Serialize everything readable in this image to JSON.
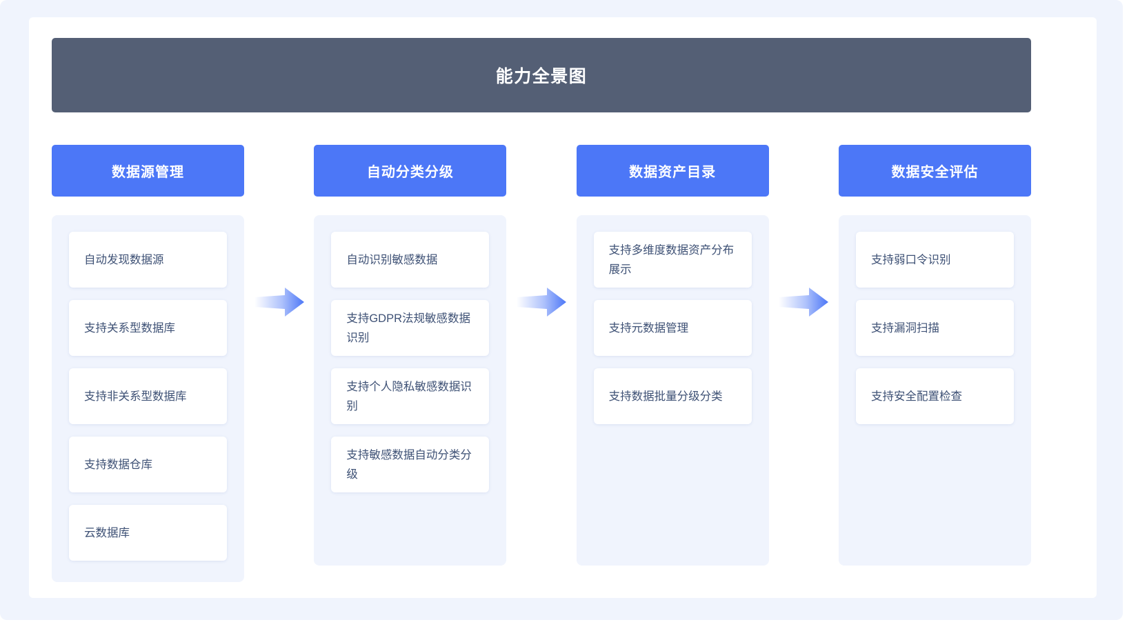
{
  "header": {
    "title": "能力全景图"
  },
  "theme": {
    "page_background": "#ffffff",
    "stage_background": "#f0f4fd",
    "panel_background": "#ffffff",
    "title_bar_color": "#545f75",
    "column_header_color": "#4c77f7",
    "column_body_color": "#f0f4fd",
    "item_card_color": "#ffffff",
    "item_text_color": "#3e5175",
    "arrow_color": "#4c77f7"
  },
  "columns": [
    {
      "title": "数据源管理",
      "items": [
        "自动发现数据源",
        "支持关系型数据库",
        "支持非关系型数据库",
        "支持数据仓库",
        "云数据库"
      ]
    },
    {
      "title": "自动分类分级",
      "items": [
        "自动识别敏感数据",
        "支持GDPR法规敏感数据识别",
        "支持个人隐私敏感数据识别",
        "支持敏感数据自动分类分级"
      ]
    },
    {
      "title": "数据资产目录",
      "items": [
        "支持多维度数据资产分布展示",
        "支持元数据管理",
        "支持数据批量分级分类"
      ]
    },
    {
      "title": "数据安全评估",
      "items": [
        "支持弱口令识别",
        "支持漏洞扫描",
        "支持安全配置检查"
      ]
    }
  ],
  "arrows": [
    {
      "name": "arrow-right-icon-1"
    },
    {
      "name": "arrow-right-icon-2"
    },
    {
      "name": "arrow-right-icon-3"
    }
  ]
}
